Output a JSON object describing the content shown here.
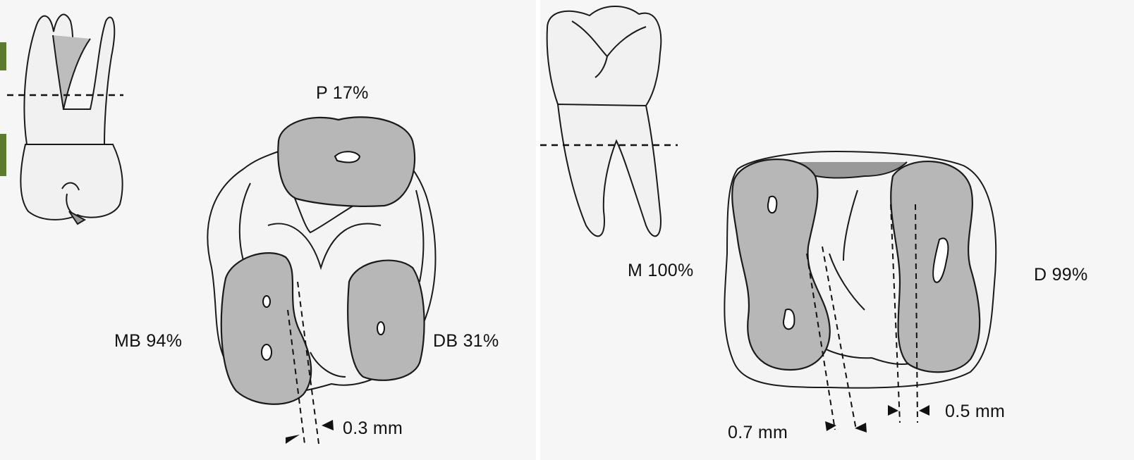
{
  "left_diagram": {
    "labels": {
      "palatal": "P 17%",
      "mesiobuccal": "MB 94%",
      "distobuccal": "DB 31%",
      "measurement": "0.3 mm"
    }
  },
  "right_diagram": {
    "labels": {
      "mesial": "M 100%",
      "distal": "D 99%",
      "measurement_left": "0.7 mm",
      "measurement_right": "0.5 mm"
    }
  },
  "colors": {
    "root_fill": "#b9b9b9",
    "outline": "#1a1a1a",
    "background": "#f6f6f6"
  }
}
